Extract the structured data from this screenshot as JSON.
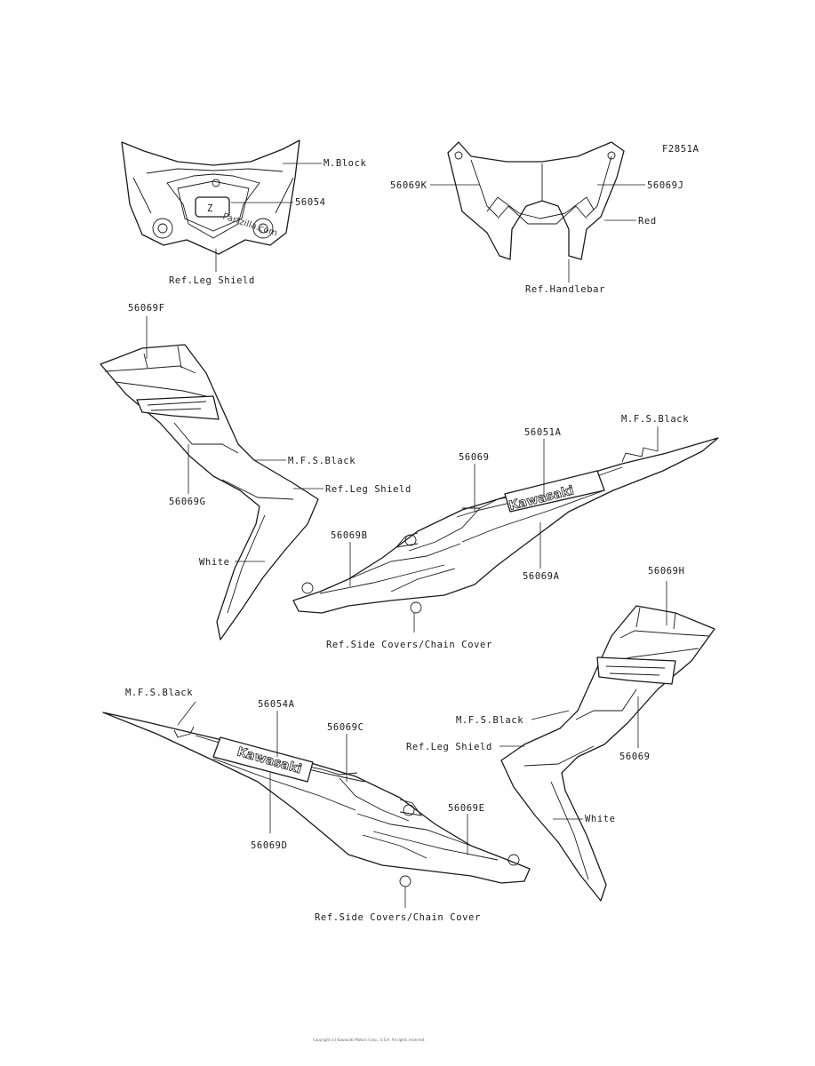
{
  "figure_code": "F2851A",
  "watermark": "Partzilla.com",
  "brand_text": "Kawasaki",
  "emblem_text": "Z",
  "labels": {
    "m_block_top": "M.Block",
    "part_56054": "56054",
    "ref_leg_shield_top": "Ref.Leg Shield",
    "part_56069k": "56069K",
    "part_56069j": "56069J",
    "red": "Red",
    "ref_handlebar": "Ref.Handlebar",
    "part_56069f": "56069F",
    "part_56069g": "56069G",
    "mfs_black_left": "M.F.S.Black",
    "ref_leg_shield_left": "Ref.Leg Shield",
    "white_left": "White",
    "mfs_black_right_top": "M.F.S.Black",
    "part_56051a": "56051A",
    "part_56069": "56069",
    "part_56069b": "56069B",
    "part_56069a": "56069A",
    "ref_side_covers_mid": "Ref.Side Covers/Chain Cover",
    "part_56069h": "56069H",
    "mfs_black_right_cowl": "M.F.S.Black",
    "ref_leg_shield_right": "Ref.Leg Shield",
    "part_56069_right": "56069",
    "white_right": "White",
    "mfs_black_bottom": "M.F.S.Black",
    "part_56054a": "56054A",
    "part_56069c": "56069C",
    "part_56069d": "56069D",
    "part_56069e": "56069E",
    "ref_side_covers_bottom": "Ref.Side Covers/Chain Cover"
  },
  "footer": "Copyright (c) Kawasaki Motors Corp., U.S.A. All rights reserved."
}
